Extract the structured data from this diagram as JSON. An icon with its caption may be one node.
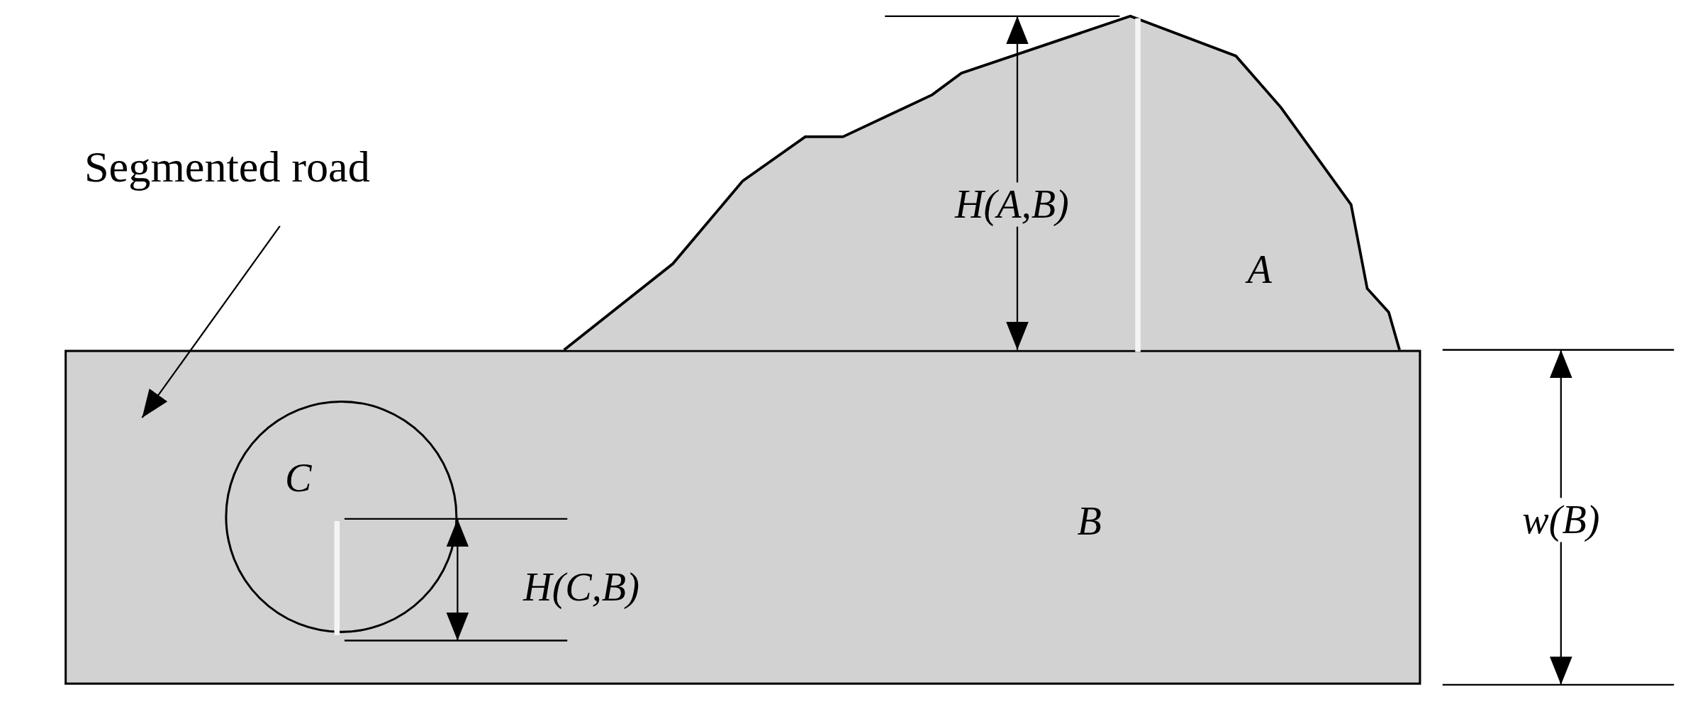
{
  "diagram": {
    "nodes": [
      {
        "text": [
          "Segmented road"
        ]
      },
      {
        "text": [
          "A"
        ]
      },
      {
        "text": [
          "B"
        ]
      },
      {
        "text": [
          "C"
        ],
        "in": 2
      }
    ],
    "edges": [
      {
        "from": 0,
        "to": 2,
        "arrow": "to"
      }
    ],
    "labels": [
      "H(A,B)",
      "w(B)",
      "H(C,B)"
    ]
  }
}
